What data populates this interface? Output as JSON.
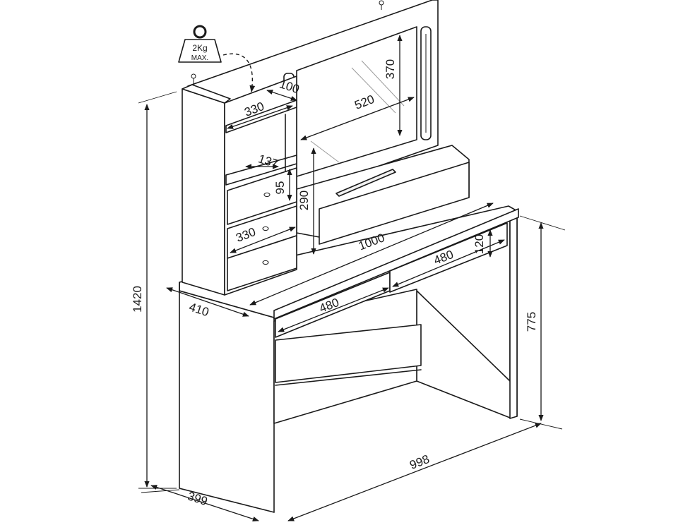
{
  "dimensions": {
    "total_height": "1420",
    "table_height": "775",
    "table_width": "998",
    "table_depth": "399",
    "top_depth": "410",
    "top_width": "1000",
    "drawer_left_width": "480",
    "drawer_right_width": "480",
    "drawer_height": "120",
    "mirror_width": "520",
    "mirror_height": "370",
    "shelf_top_width": "330",
    "shelf_bottom_width": "330",
    "shelf_depth": "100",
    "small_drawer_width": "137",
    "small_drawer_height": "95",
    "mirror_unit_height": "290"
  },
  "weight_label": {
    "line1": "2Kg",
    "line2": "MAX."
  }
}
